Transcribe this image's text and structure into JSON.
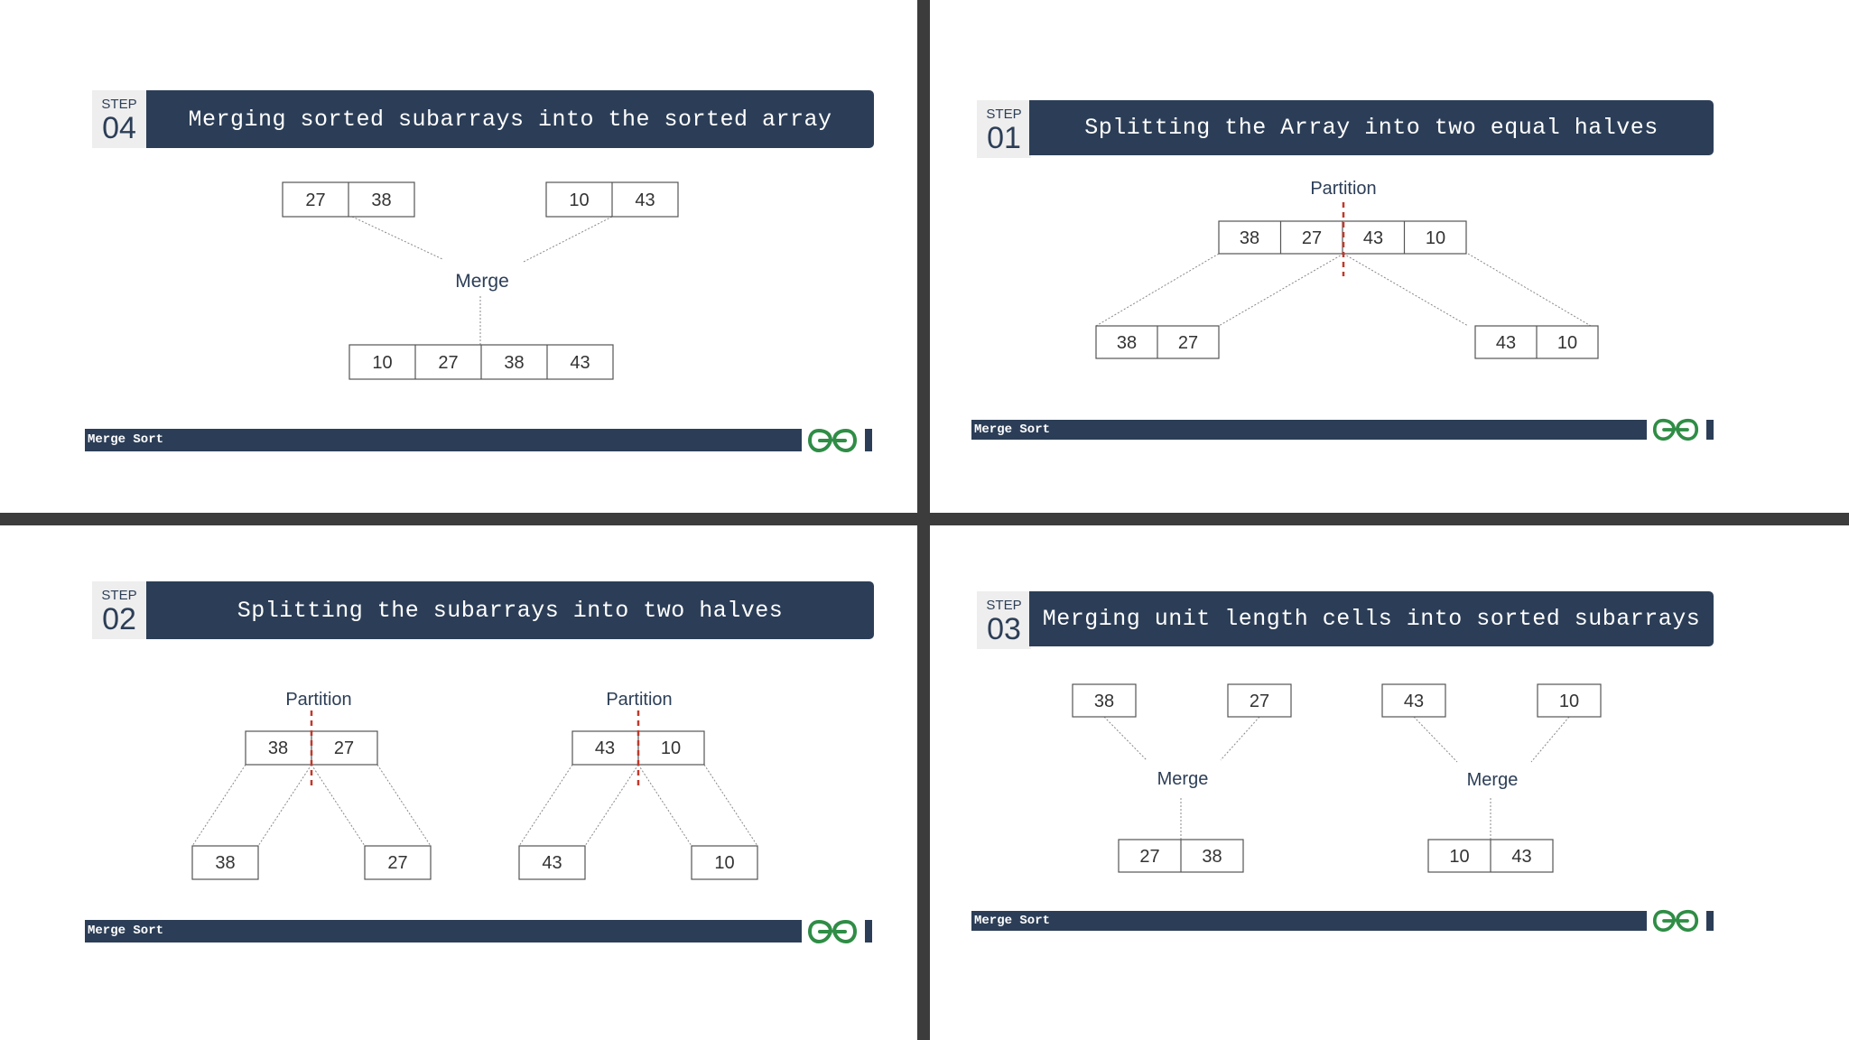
{
  "colors": {
    "navy": "#2c3e57",
    "step_bg": "#eeeeee",
    "partition_line": "#c0392b",
    "logo_green": "#2f8d46",
    "divider": "#3c3c3c"
  },
  "footer_label": "Merge Sort",
  "step_word": "STEP",
  "logo_icon": "geeksforgeeks-logo-icon",
  "panels": {
    "step04": {
      "number": "04",
      "title": "Merging sorted subarrays into the sorted array",
      "left_pair": [
        "27",
        "38"
      ],
      "right_pair": [
        "10",
        "43"
      ],
      "merge_label": "Merge",
      "result": [
        "10",
        "27",
        "38",
        "43"
      ]
    },
    "step01": {
      "number": "01",
      "title": "Splitting the Array into two equal halves",
      "partition_label": "Partition",
      "array": [
        "38",
        "27",
        "43",
        "10"
      ],
      "left_half": [
        "38",
        "27"
      ],
      "right_half": [
        "43",
        "10"
      ]
    },
    "step02": {
      "number": "02",
      "title": "Splitting the subarrays into two halves",
      "left_group": {
        "partition_label": "Partition",
        "array": [
          "38",
          "27"
        ],
        "left_cell": "38",
        "right_cell": "27"
      },
      "right_group": {
        "partition_label": "Partition",
        "array": [
          "43",
          "10"
        ],
        "left_cell": "43",
        "right_cell": "10"
      }
    },
    "step03": {
      "number": "03",
      "title": "Merging unit length cells into sorted subarrays",
      "left_group": {
        "inputs": [
          "38",
          "27"
        ],
        "merge_label": "Merge",
        "result": [
          "27",
          "38"
        ]
      },
      "right_group": {
        "inputs": [
          "43",
          "10"
        ],
        "merge_label": "Merge",
        "result": [
          "10",
          "43"
        ]
      }
    }
  }
}
